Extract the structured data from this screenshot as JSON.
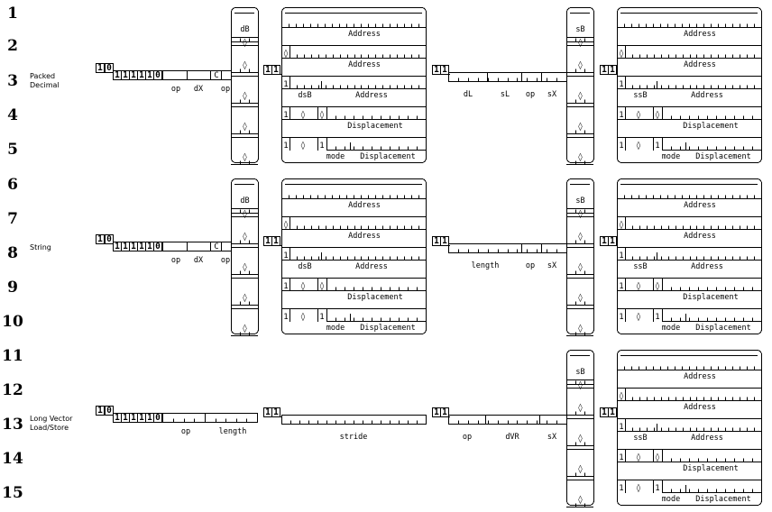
{
  "row_numbers": [
    "1",
    "2",
    "3",
    "4",
    "5",
    "6",
    "7",
    "8",
    "9",
    "10",
    "11",
    "12",
    "13",
    "14",
    "15"
  ],
  "categories": {
    "packed_decimal": [
      "Packed",
      "Decimal"
    ],
    "string": [
      "String"
    ],
    "long_vector": [
      "Long Vector",
      "Load/Store"
    ]
  },
  "prefix_bits": [
    "1",
    "0",
    "1",
    "1",
    "1",
    "1",
    "1",
    "0"
  ],
  "bits": {
    "one": "1",
    "zero": "0",
    "diamond": "◊",
    "C": "C"
  },
  "labels": {
    "op": "op",
    "dX": "dX",
    "dB": "dB",
    "sB": "sB",
    "Address": "Address",
    "dsB": "dsB",
    "ssB": "ssB",
    "Displacement": "Displacement",
    "mode": "mode",
    "dL": "dL",
    "sL": "sL",
    "sX": "sX",
    "length": "length",
    "stride": "stride",
    "dVR": "dVR"
  }
}
